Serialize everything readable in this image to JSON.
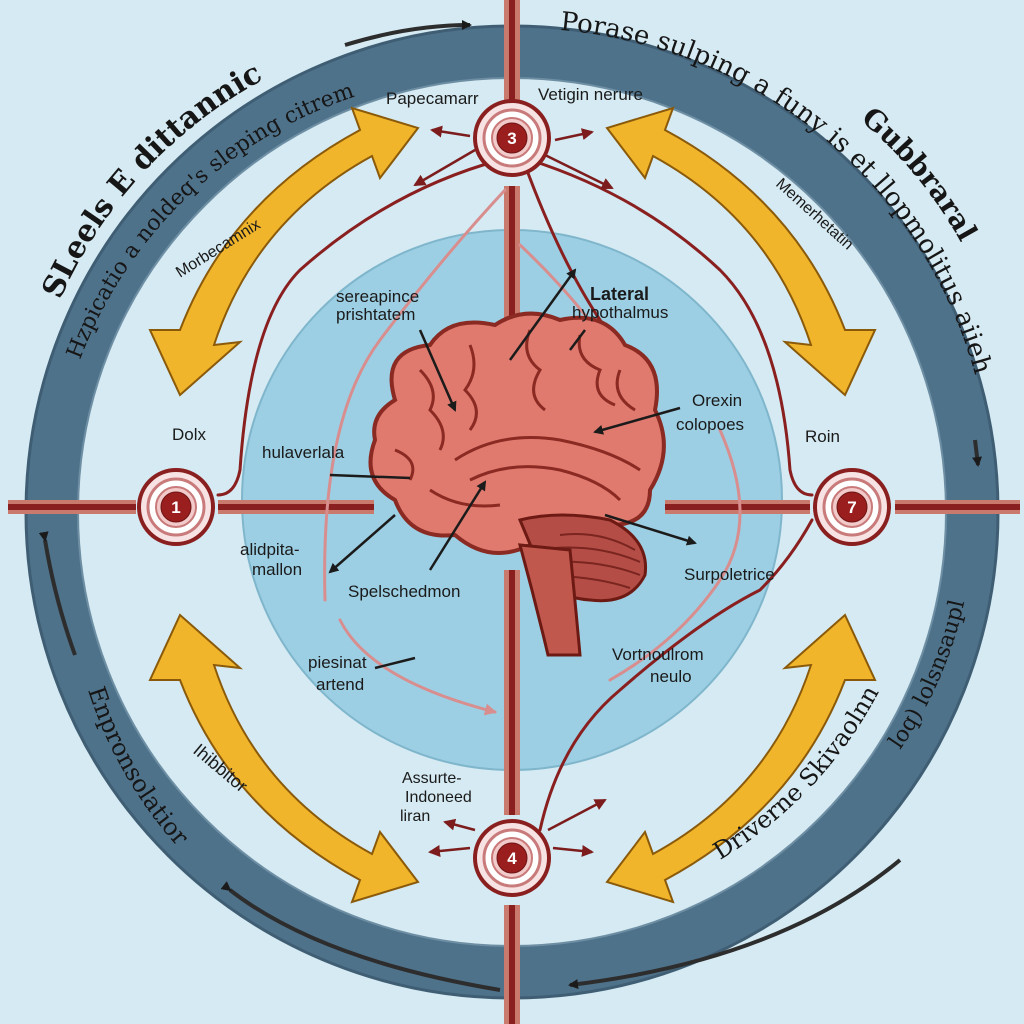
{
  "ring_titles": {
    "top_left": "SLeels E dittannic",
    "top_right": "Porase sulping a funy is et llopmolitus aiieh",
    "top_right_2": "Gubbraral",
    "left_upper": "Hzpicatio a noldeq's sleping citrem",
    "left_lower": "Enpronsolatior",
    "right_lower": "Driverne Skivaolnnrt",
    "right_lower_2": "loq) lolsnsaupl"
  },
  "nodes": [
    {
      "number": "3",
      "position": "top"
    },
    {
      "number": "1",
      "position": "left"
    },
    {
      "number": "7",
      "position": "right"
    },
    {
      "number": "4",
      "position": "bottom"
    }
  ],
  "labels": {
    "top_left_node": "Papecamarr",
    "top_right_node": "Vetigin nerure",
    "arc_top_left": "Morbecamnix",
    "arc_top_right": "Memerhetatin",
    "left_node": "Dolx",
    "right_node": "Roin",
    "arc_bottom_left": "Ihibbitor",
    "bottom_node_1": "Assurte-",
    "bottom_node_2": "Indoneed",
    "bottom_node_3": "liran"
  },
  "brain_labels": {
    "preoptic_1": "sereapince",
    "preoptic_2": "prishtatem",
    "lateral_1": "Lateral",
    "lateral_2": "hypothalmus",
    "orexin_1": "Orexin",
    "orexin_2": "colopoes",
    "hulaverlala": "hulaverlala",
    "alidpita_1": "alidpita-",
    "alidpita_2": "mallon",
    "splesched": "Spelschedmon",
    "surpoletrice": "Surpoletrice",
    "piesinat_1": "piesinat",
    "piesinat_2": "artend",
    "vortnoulrom_1": "Vortnoulrom",
    "vortnoulrom_2": "neulo"
  },
  "colors": {
    "background": "#d5eaf2",
    "outer_ring": "#50738c",
    "inner_disc": "#9ccfe3",
    "arrow_yellow": "#f1b52c",
    "node_red": "#9a1e1e",
    "brain_pink": "#e07a6e",
    "nerve_red": "#8a1f1f"
  },
  "icons": [
    "brain-icon",
    "arrow-icon"
  ]
}
